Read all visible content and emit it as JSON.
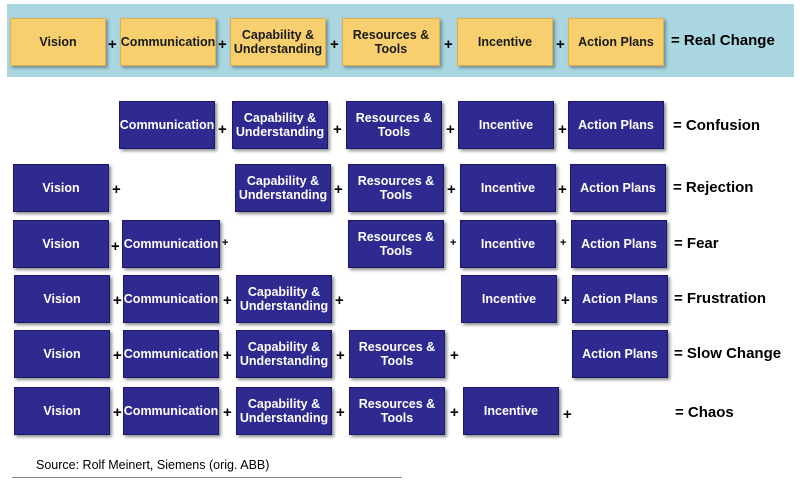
{
  "labels": {
    "vision": "Vision",
    "communication": "Communication",
    "capability": "Capability &\nUnderstanding",
    "resources": "Resources &\nTools",
    "incentive": "Incentive",
    "action_plans": "Action Plans",
    "plus": "+"
  },
  "results": {
    "real_change": "= Real Change",
    "confusion": "= Confusion",
    "rejection": "= Rejection",
    "fear": "= Fear",
    "frustration": "= Frustration",
    "slow_change": "= Slow Change",
    "chaos": "= Chaos"
  },
  "source": "Source: Rolf Meinert, Siemens (orig. ABB)",
  "colors": {
    "band": "#a9d6e1",
    "yellow_box": "#f7cf6e",
    "blue_box": "#2e2a90"
  }
}
